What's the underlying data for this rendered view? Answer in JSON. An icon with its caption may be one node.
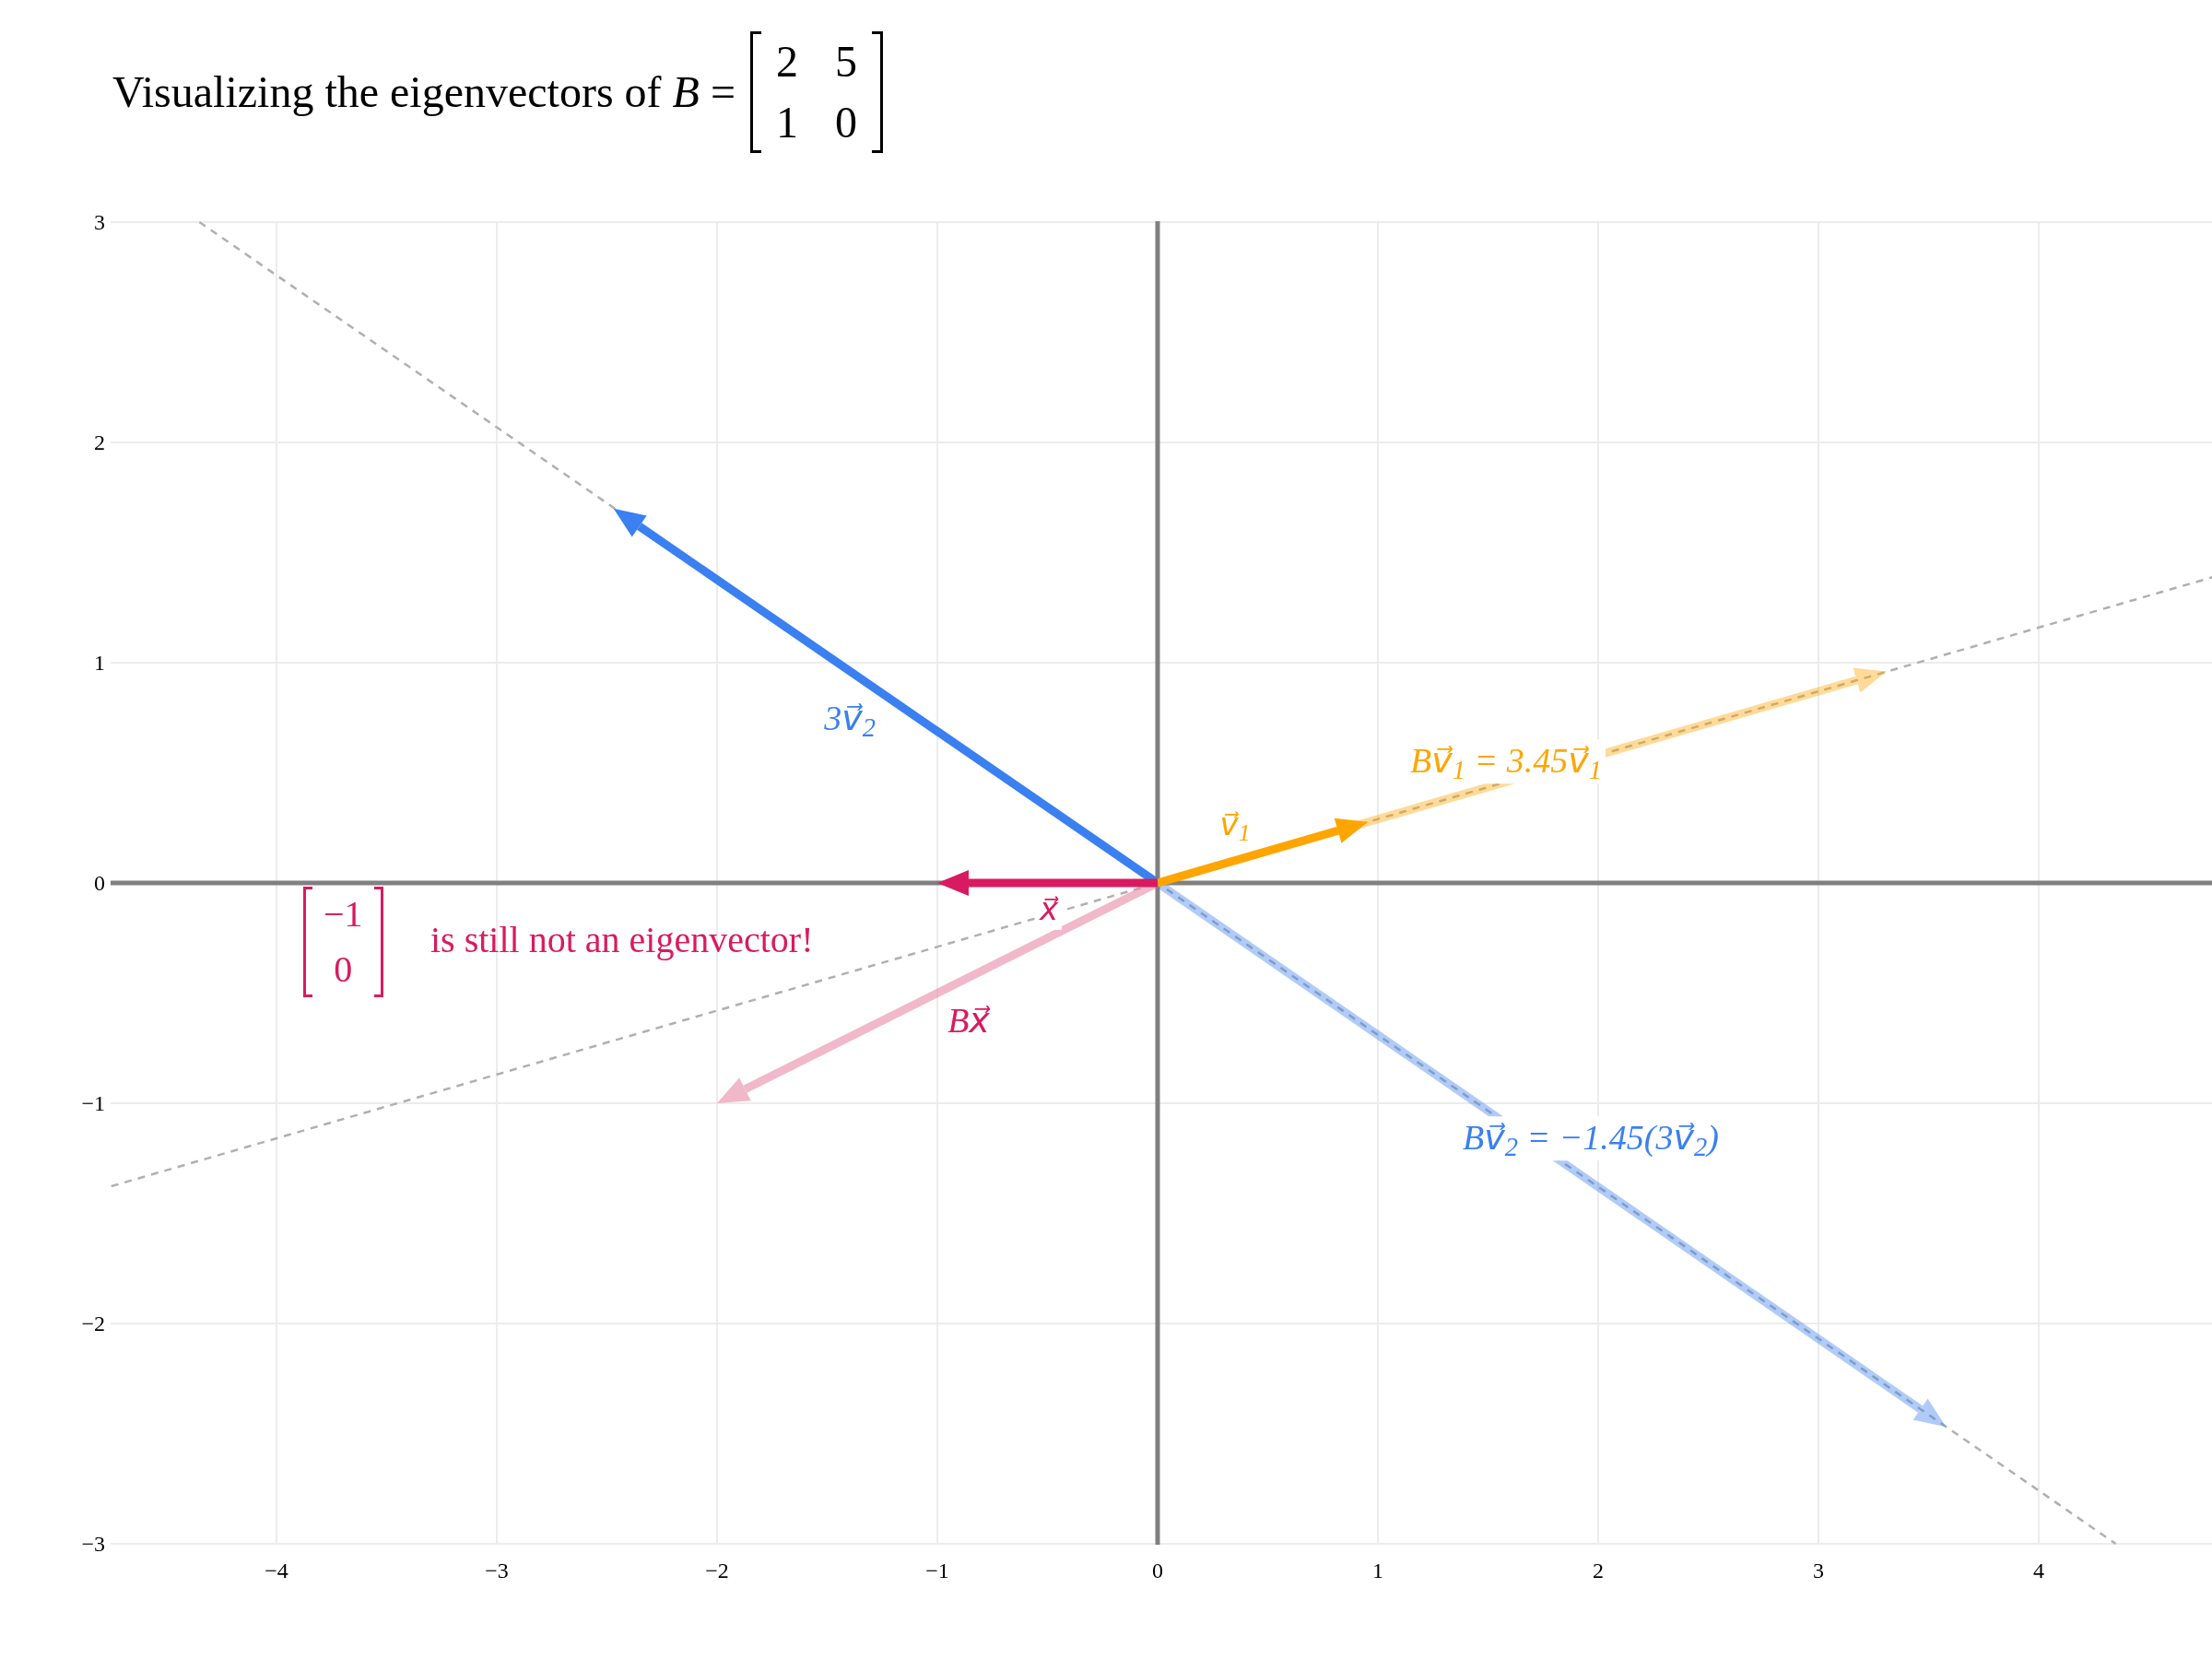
{
  "diagram": {
    "title": "Visualizing the eigenvectors of *B* =",
    "labels": [
      "2",
      "5",
      "1",
      "0",
      "3",
      "2",
      "1",
      "0",
      "−1",
      "−2",
      "−3",
      "−4",
      "−3",
      "−2",
      "−1",
      "0",
      "1",
      "2",
      "3",
      "4",
      "3v⃗$_{2}$",
      "Bv⃗$_{1}$ = 3.45v⃗$_{1}$",
      "v⃗$_{1}$",
      "−1",
      "x⃗",
      "0",
      "is still not an eigenvector!",
      "Bx⃗",
      "Bv⃗$_{2}$ = −1.45(3v⃗$_{2}$)"
    ]
  }
}
